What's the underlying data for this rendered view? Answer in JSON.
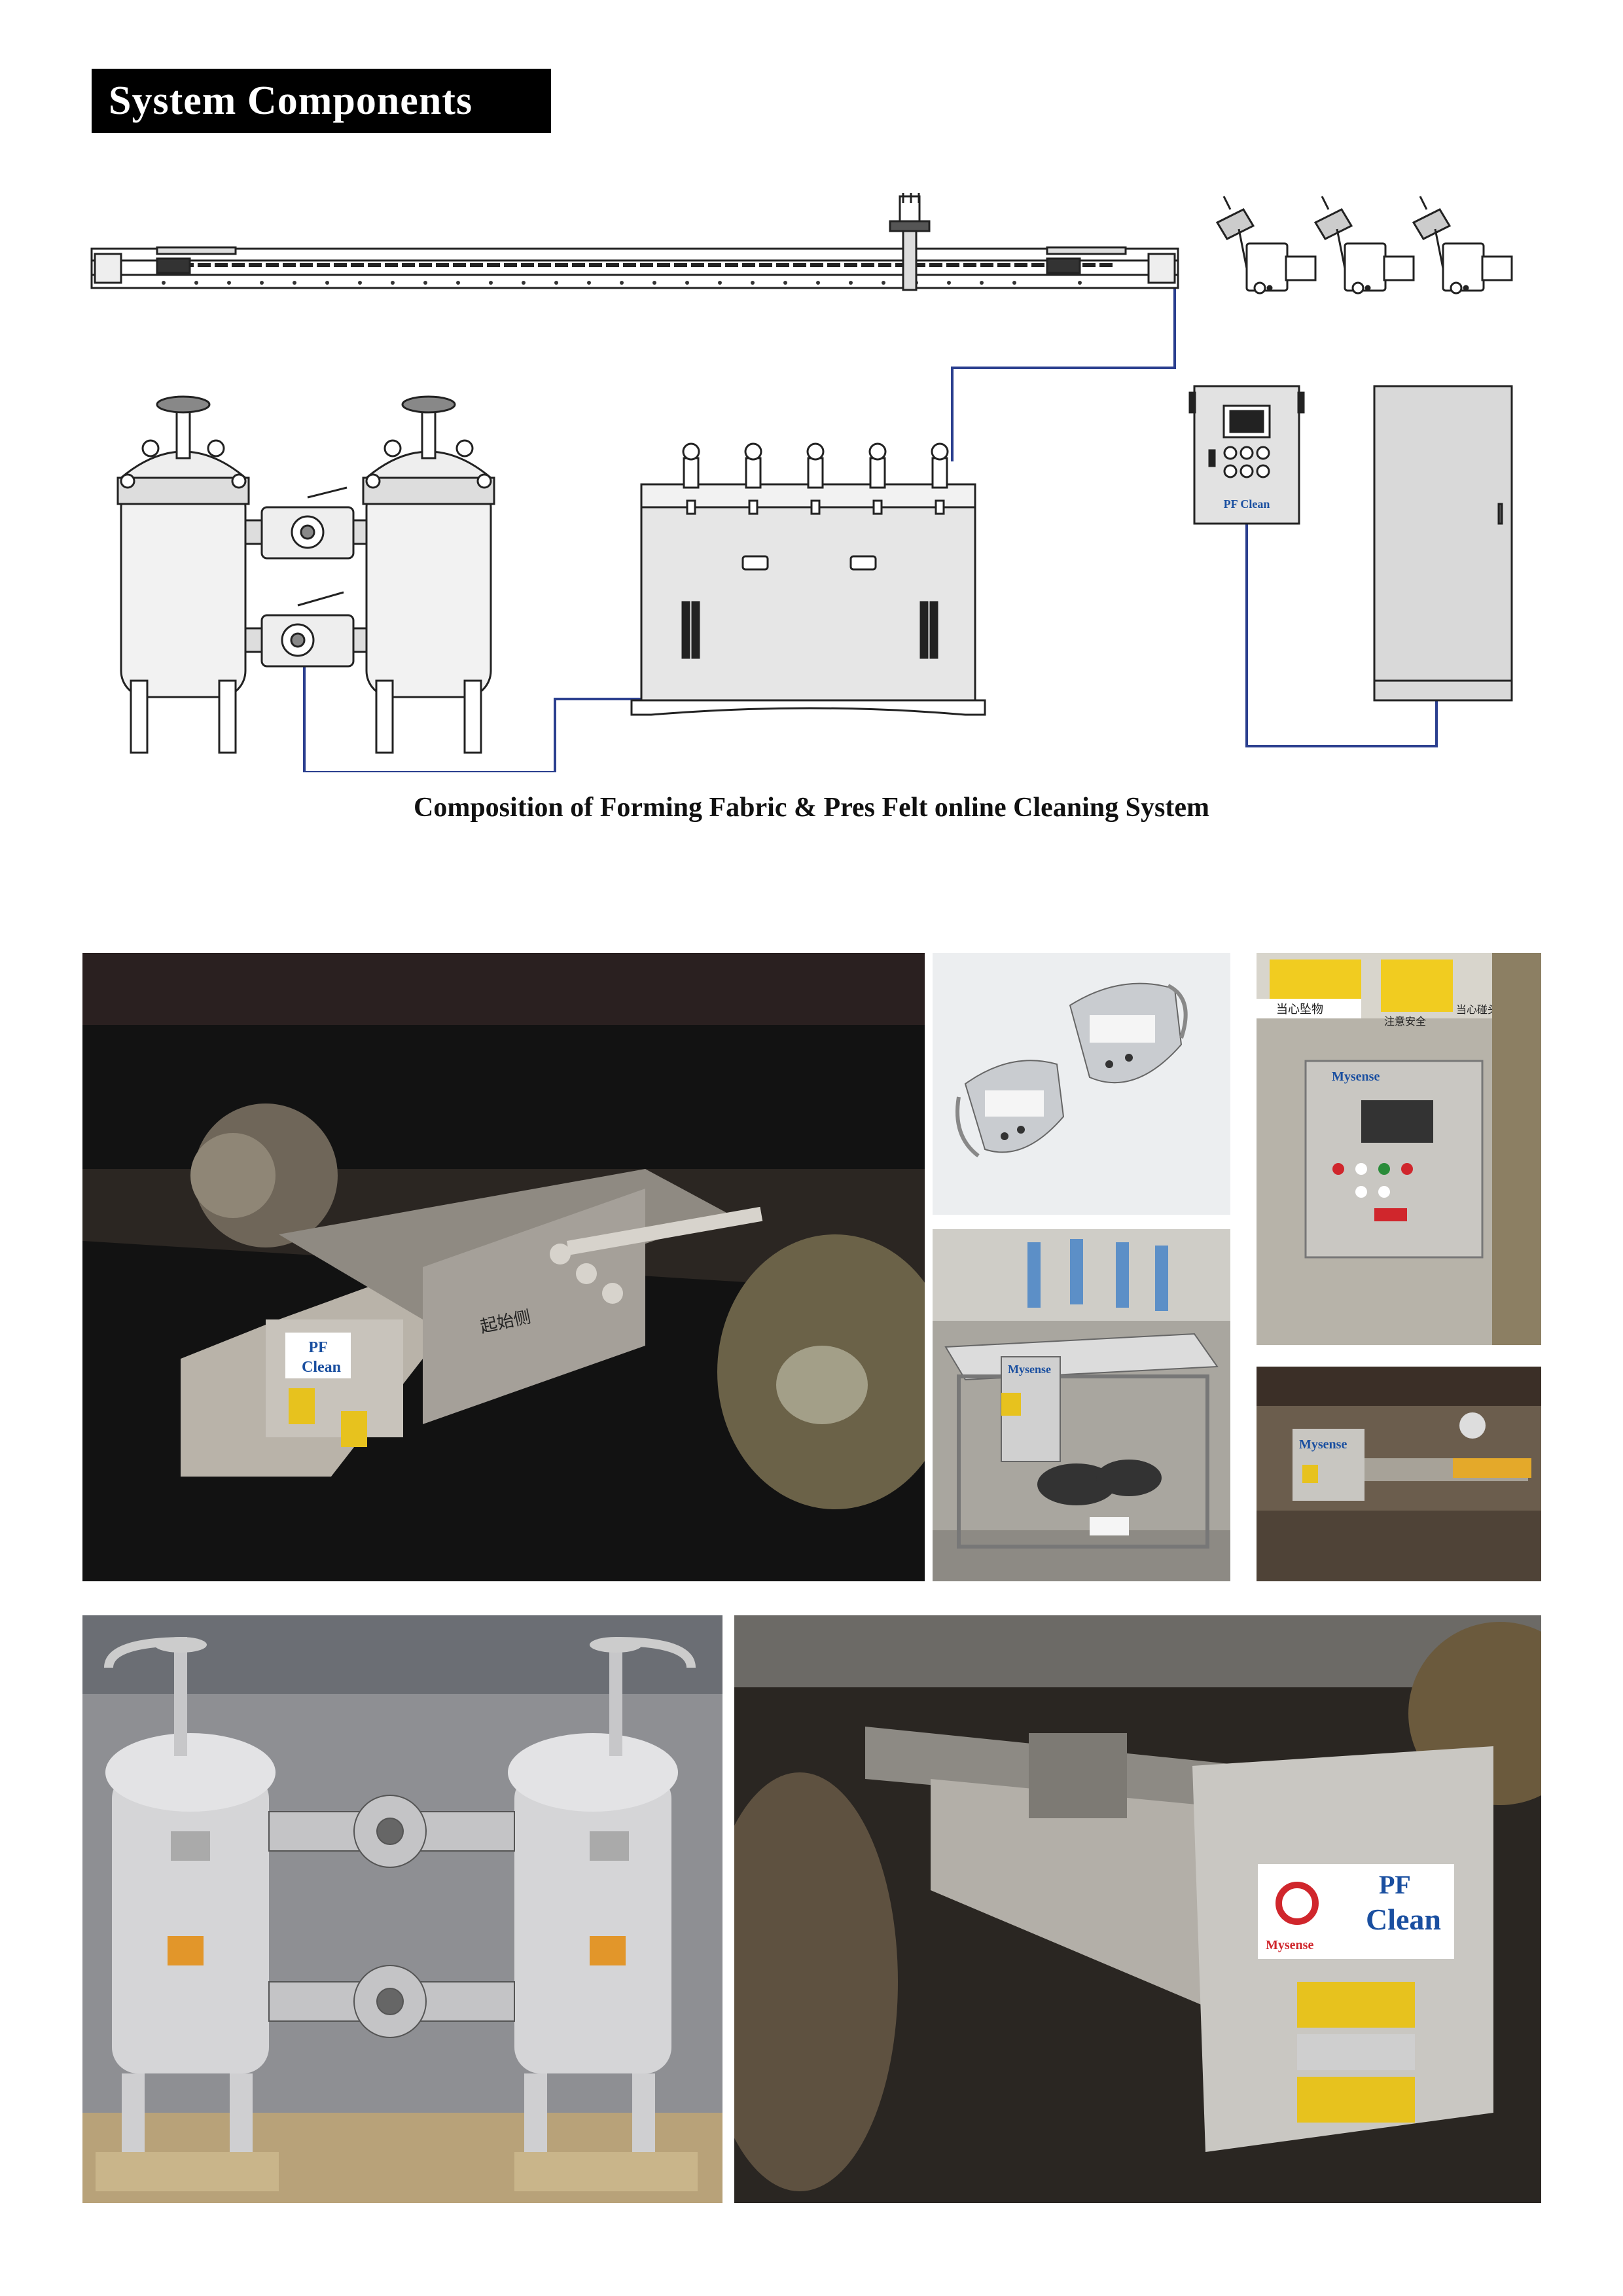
{
  "header": {
    "title": "System Components"
  },
  "diagram": {
    "caption": "Composition of Forming Fabric & Pres Felt online Cleaning System",
    "control_box_label": "PF Clean"
  },
  "photos": {
    "cleaning_head": {
      "brand_line1": "PF",
      "brand_line2": "Clean",
      "chinese_label": "起始侧"
    },
    "control_cabinet": {
      "brand": "Mysense",
      "sign1": "当心坠物",
      "sign2": "注意安全",
      "sign3": "当心碰头"
    },
    "skid_pump": {
      "brand": "Mysense"
    },
    "nozzle_box": {
      "brand": "Mysense"
    },
    "installed_head": {
      "brand_line1": "PF",
      "brand_line2": "Clean",
      "brand_small": "Mysense"
    }
  },
  "colors": {
    "pipe_line": "#2b3f8f",
    "banner_bg": "#000000",
    "brand_blue": "#1a4fa0",
    "brand_red": "#d0262c"
  }
}
